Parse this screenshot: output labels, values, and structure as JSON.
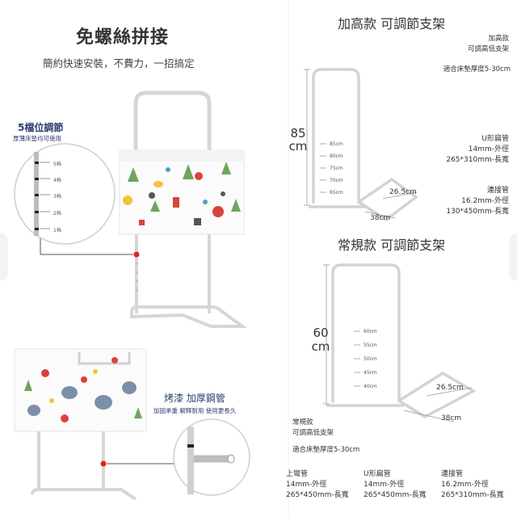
{
  "hero": {
    "title": "免螺絲拼接",
    "subtitle": "簡約快速安裝，不費力，一招搞定"
  },
  "adjust": {
    "title": "5檔位調節",
    "subtitle": "厚薄床墊均可使用",
    "levels": [
      "5档",
      "4档",
      "3档",
      "2档",
      "1档"
    ]
  },
  "paint": {
    "title": "烤漆 加厚鋼管",
    "subtitle": "加固承重 解釋耐用 使用更長久"
  },
  "tall": {
    "title": "加高款 可調節支架",
    "label_line1": "加高款",
    "label_line2": "可調高低支架",
    "suitable": "適合床墊厚度5-30cm",
    "height_num": "85",
    "height_unit": "cm",
    "ticks": [
      "85cm",
      "80cm",
      "75cm",
      "70cm",
      "65cm"
    ],
    "base_width": "26.5cm",
    "base_depth": "38cm",
    "spec1_name": "U形扁管",
    "spec1_dia": "14mm-外徑",
    "spec1_size": "265*310mm-長寬",
    "spec2_name": "連接管",
    "spec2_dia": "16.2mm-外徑",
    "spec2_size": "130*450mm-長寬"
  },
  "regular": {
    "title": "常規款 可調節支架",
    "height_num": "60",
    "height_unit": "cm",
    "ticks": [
      "60cm",
      "55cm",
      "50cm",
      "45cm",
      "40cm"
    ],
    "base_width": "26.5cm",
    "base_depth": "38cm",
    "label_line1": "常規款",
    "label_line2": "可調高低支架",
    "suitable": "適合床墊厚度5-30cm",
    "specs": [
      {
        "name": "上彎管",
        "dia": "14mm-外徑",
        "size": "265*450mm-長寬"
      },
      {
        "name": "U形扁管",
        "dia": "14mm-外徑",
        "size": "265*450mm-長寬"
      },
      {
        "name": "連接管",
        "dia": "16.2mm-外徑",
        "size": "265*310mm-長寬"
      }
    ]
  },
  "colors": {
    "navy": "#2a3f6e",
    "frame": "#d9d9d9",
    "red_dot": "#e0241b"
  }
}
